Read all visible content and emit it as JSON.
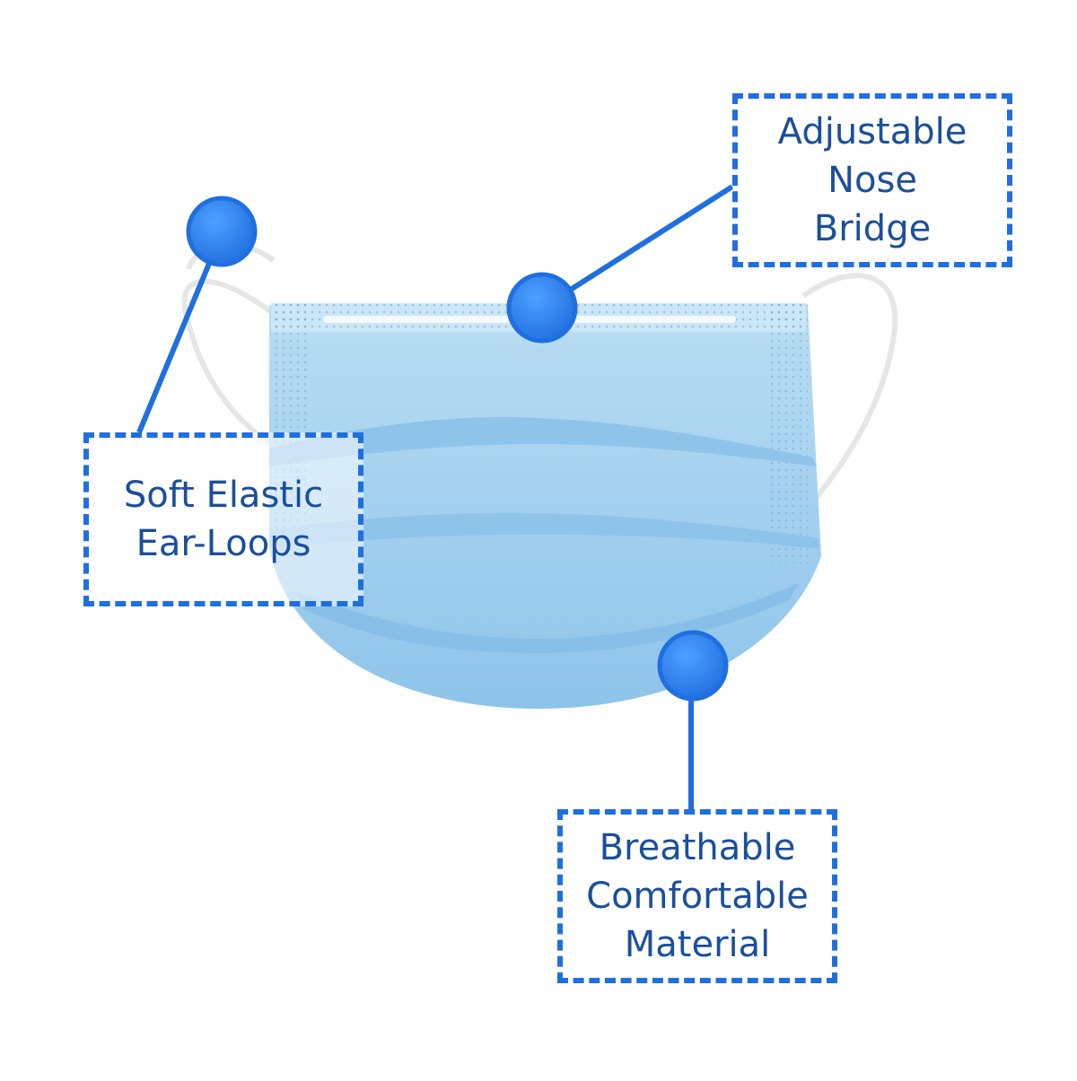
{
  "colors": {
    "accent": "#1f6fe0",
    "text": "#1a4f9c",
    "mask": "#a9d3ef",
    "mask_dark": "#7fb8e2",
    "strap": "#eeeeee"
  },
  "callouts": {
    "nose_bridge": [
      "Adjustable",
      "Nose",
      "Bridge"
    ],
    "ear_loops": [
      "Soft Elastic",
      "Ear-Loops"
    ],
    "material": [
      "Breathable",
      "Comfortable",
      "Material"
    ]
  },
  "icons": {
    "marker": "circle-marker-icon"
  }
}
